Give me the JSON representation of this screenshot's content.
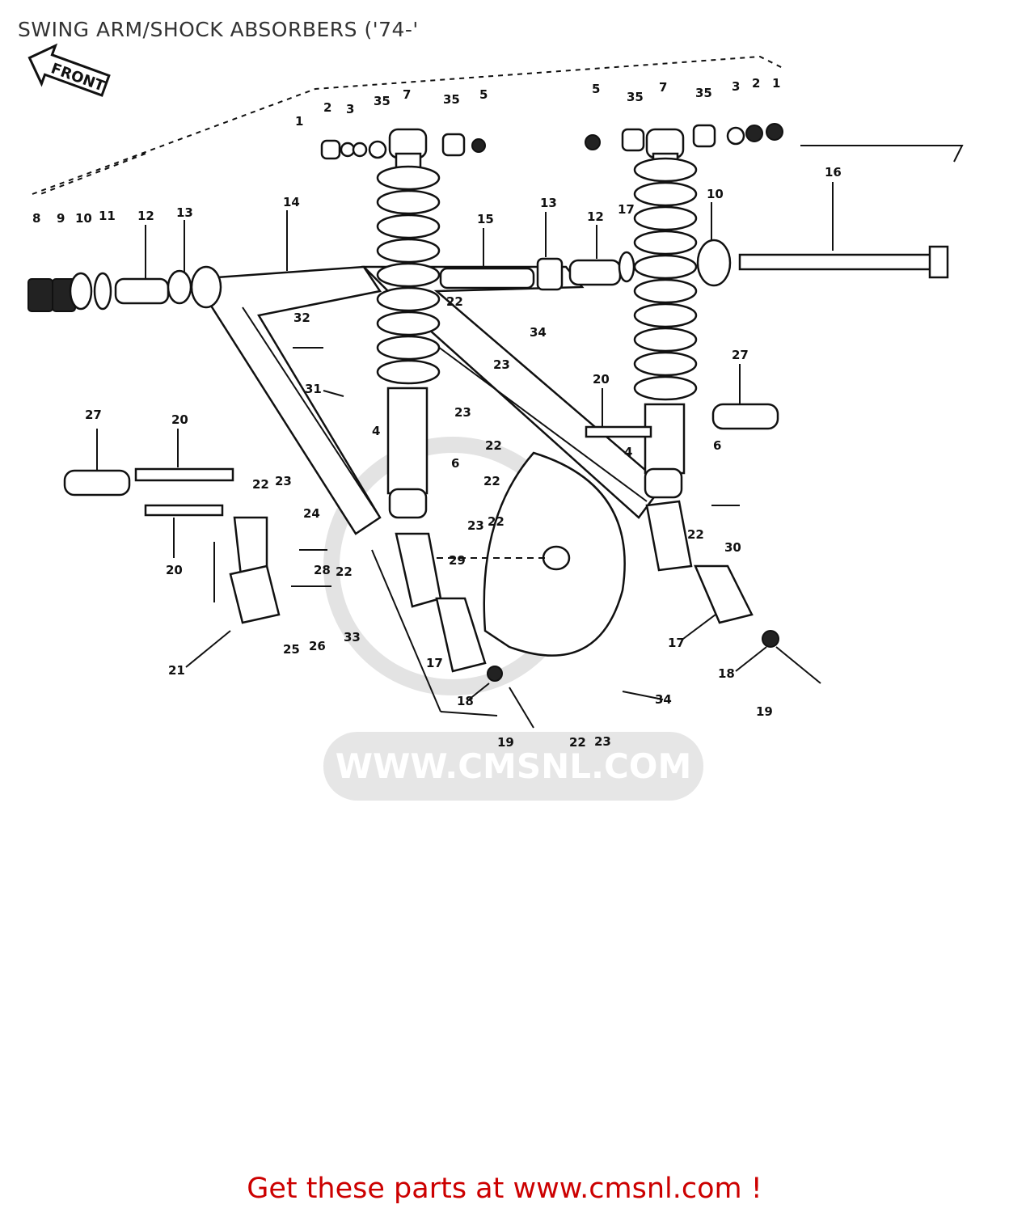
{
  "title": "SWING ARM/SHOCK ABSORBERS ('74-'",
  "front_arrow_label": "FRONT",
  "watermark": "WWW.CMSNL.COM",
  "cta": {
    "prefix": "Get these parts at ",
    "link": "www.cmsnl.com",
    "suffix": " !"
  },
  "callouts": [
    "1",
    "2",
    "3",
    "35",
    "7",
    "35",
    "5",
    "5",
    "35",
    "7",
    "35",
    "3",
    "2",
    "1",
    "8",
    "9",
    "10",
    "11",
    "12",
    "13",
    "14",
    "15",
    "13",
    "12",
    "17",
    "10",
    "16",
    "32",
    "22",
    "23",
    "34",
    "31",
    "27",
    "20",
    "23",
    "22",
    "6",
    "22",
    "4",
    "6",
    "20",
    "27",
    "22",
    "23",
    "24",
    "28",
    "29",
    "22",
    "30",
    "20",
    "22",
    "21",
    "25",
    "26",
    "33",
    "17",
    "17",
    "18",
    "34",
    "19",
    "22",
    "23",
    "18",
    "19",
    "4",
    "23",
    "22"
  ]
}
